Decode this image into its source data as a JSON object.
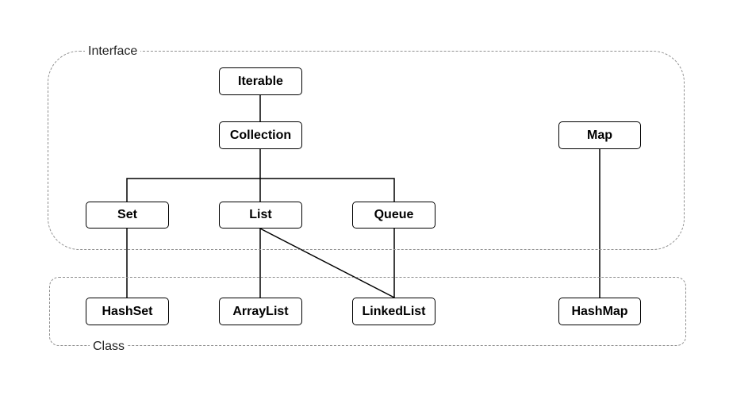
{
  "groups": {
    "interface": "Interface",
    "class": "Class"
  },
  "nodes": {
    "iterable": "Iterable",
    "collection": "Collection",
    "map": "Map",
    "set": "Set",
    "list": "List",
    "queue": "Queue",
    "hashset": "HashSet",
    "arraylist": "ArrayList",
    "linkedlist": "LinkedList",
    "hashmap": "HashMap"
  },
  "edges": [
    {
      "from": "iterable",
      "to": "collection"
    },
    {
      "from": "collection",
      "to": "set"
    },
    {
      "from": "collection",
      "to": "list"
    },
    {
      "from": "collection",
      "to": "queue"
    },
    {
      "from": "set",
      "to": "hashset"
    },
    {
      "from": "list",
      "to": "arraylist"
    },
    {
      "from": "list",
      "to": "linkedlist"
    },
    {
      "from": "queue",
      "to": "linkedlist"
    },
    {
      "from": "map",
      "to": "hashmap"
    }
  ]
}
